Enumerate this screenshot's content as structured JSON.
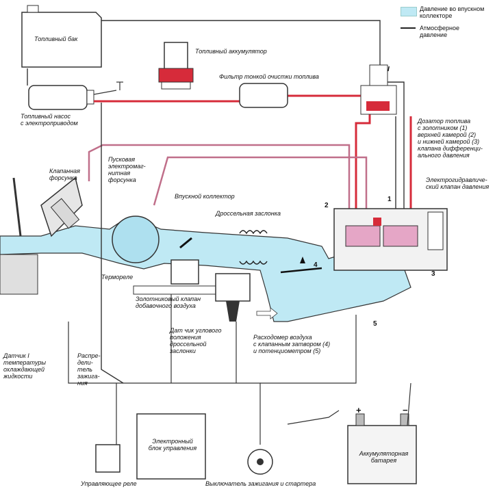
{
  "legend": {
    "intake_label": "Давление во впускном\nколлекторе",
    "atm_label": "Атмосферное\nдавление",
    "intake_color": "#bfe9f4",
    "atm_color": "#222222"
  },
  "colors": {
    "fuel_line": "#d62b3a",
    "vacuum_line": "#c06f8a",
    "wire": "#333333"
  },
  "labels": {
    "fuel_tank": "Топливный бак",
    "fuel_pump": "Топливный насос\nс электроприводом",
    "accumulator": "Топливный аккумулятор",
    "filter": "Фильтр тонкой очистки топлива",
    "injector": "Клапанная\nфорсунка",
    "start_valve": "Пусковая\nэлектромаг-\nнитная\nфорсунка",
    "intake_manifold": "Впускной коллектор",
    "throttle": "Дроссельная заслонка",
    "distributor_doser": "Дозатор топлива\nс золотником (1)\nверхней камерой (2)\nи нижней камерой (3)\nклапана дифференци-\nального давления",
    "ehv": "Электрогидравличе-\nский клапан давления",
    "thermo_relay": "Термореле",
    "aux_air": "Золотниковый клапан\nдобавочного воздуха",
    "throttle_sensor": "Дат чик углового\nположения\nдроссельной\nзаслонки",
    "airflow": "Расходомер воздуха\nс клапанным затвором (4)\nи потенциометром (5)",
    "coolant_sensor": "Датчик I\nтемпературы\nохлаждающей\nжидкости",
    "ignition_distributor": "Распре-\nдели-\nтель\nзажига-\nния",
    "ecu": "Электронный\nблок управления",
    "relay": "Управляющее реле",
    "ignition_switch": "Выключатель зажигания и стартера",
    "battery": "Аккумуляторная\nбатарея",
    "n1": "1",
    "n2": "2",
    "n3": "3",
    "n4": "4",
    "n5": "5",
    "batt_plus": "+",
    "batt_minus": "−",
    "pt_I": "I"
  }
}
